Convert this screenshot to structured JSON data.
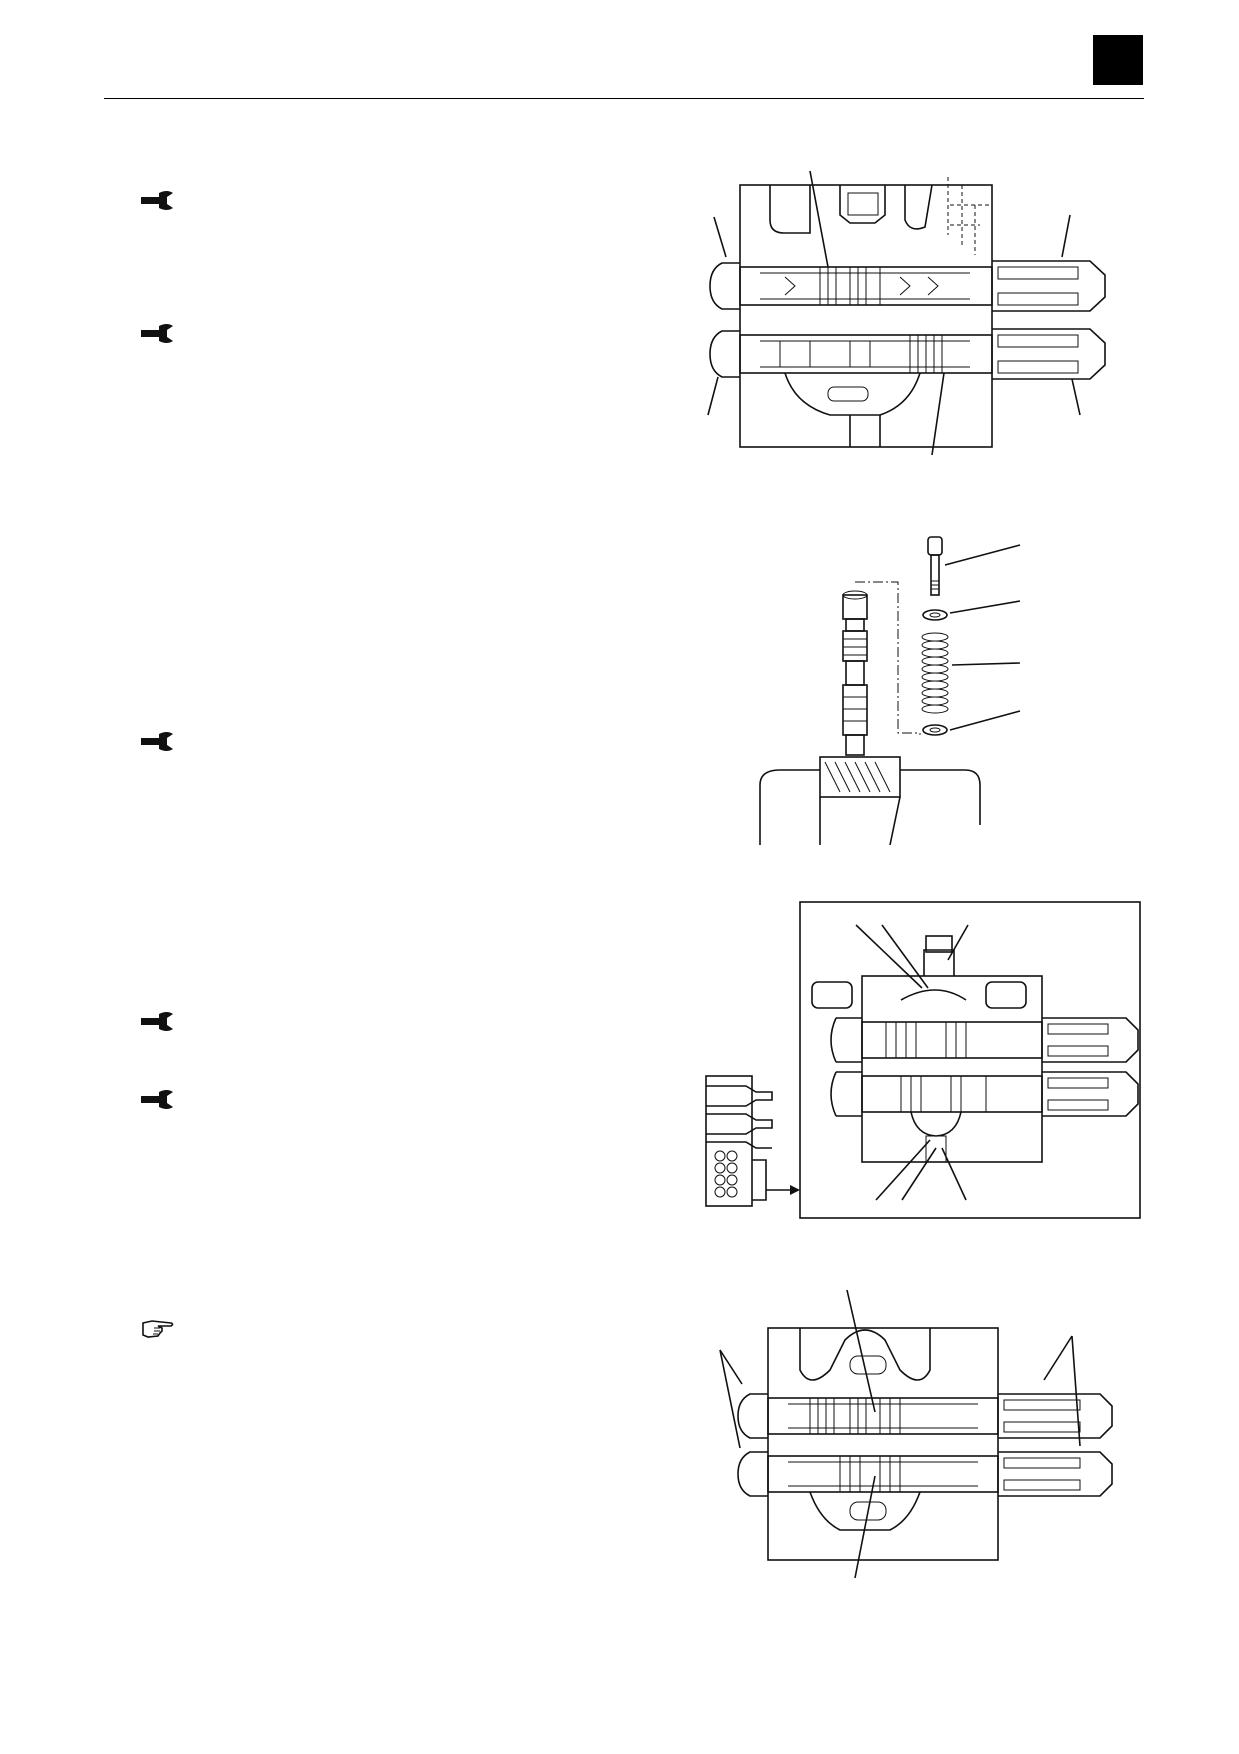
{
  "page": {
    "header": {},
    "icons": [
      {
        "name": "wrench-icon",
        "row": 1
      },
      {
        "name": "wrench-icon",
        "row": 2
      },
      {
        "name": "wrench-icon",
        "row": 3
      },
      {
        "name": "wrench-icon",
        "row": 4
      },
      {
        "name": "wrench-icon",
        "row": 5
      },
      {
        "name": "pointing-hand-icon",
        "row": 6
      }
    ],
    "figures": [
      "valve-section-figure-1",
      "spool-spring-assembly-figure",
      "valve-detail-inset-figure",
      "valve-section-figure-2"
    ]
  }
}
